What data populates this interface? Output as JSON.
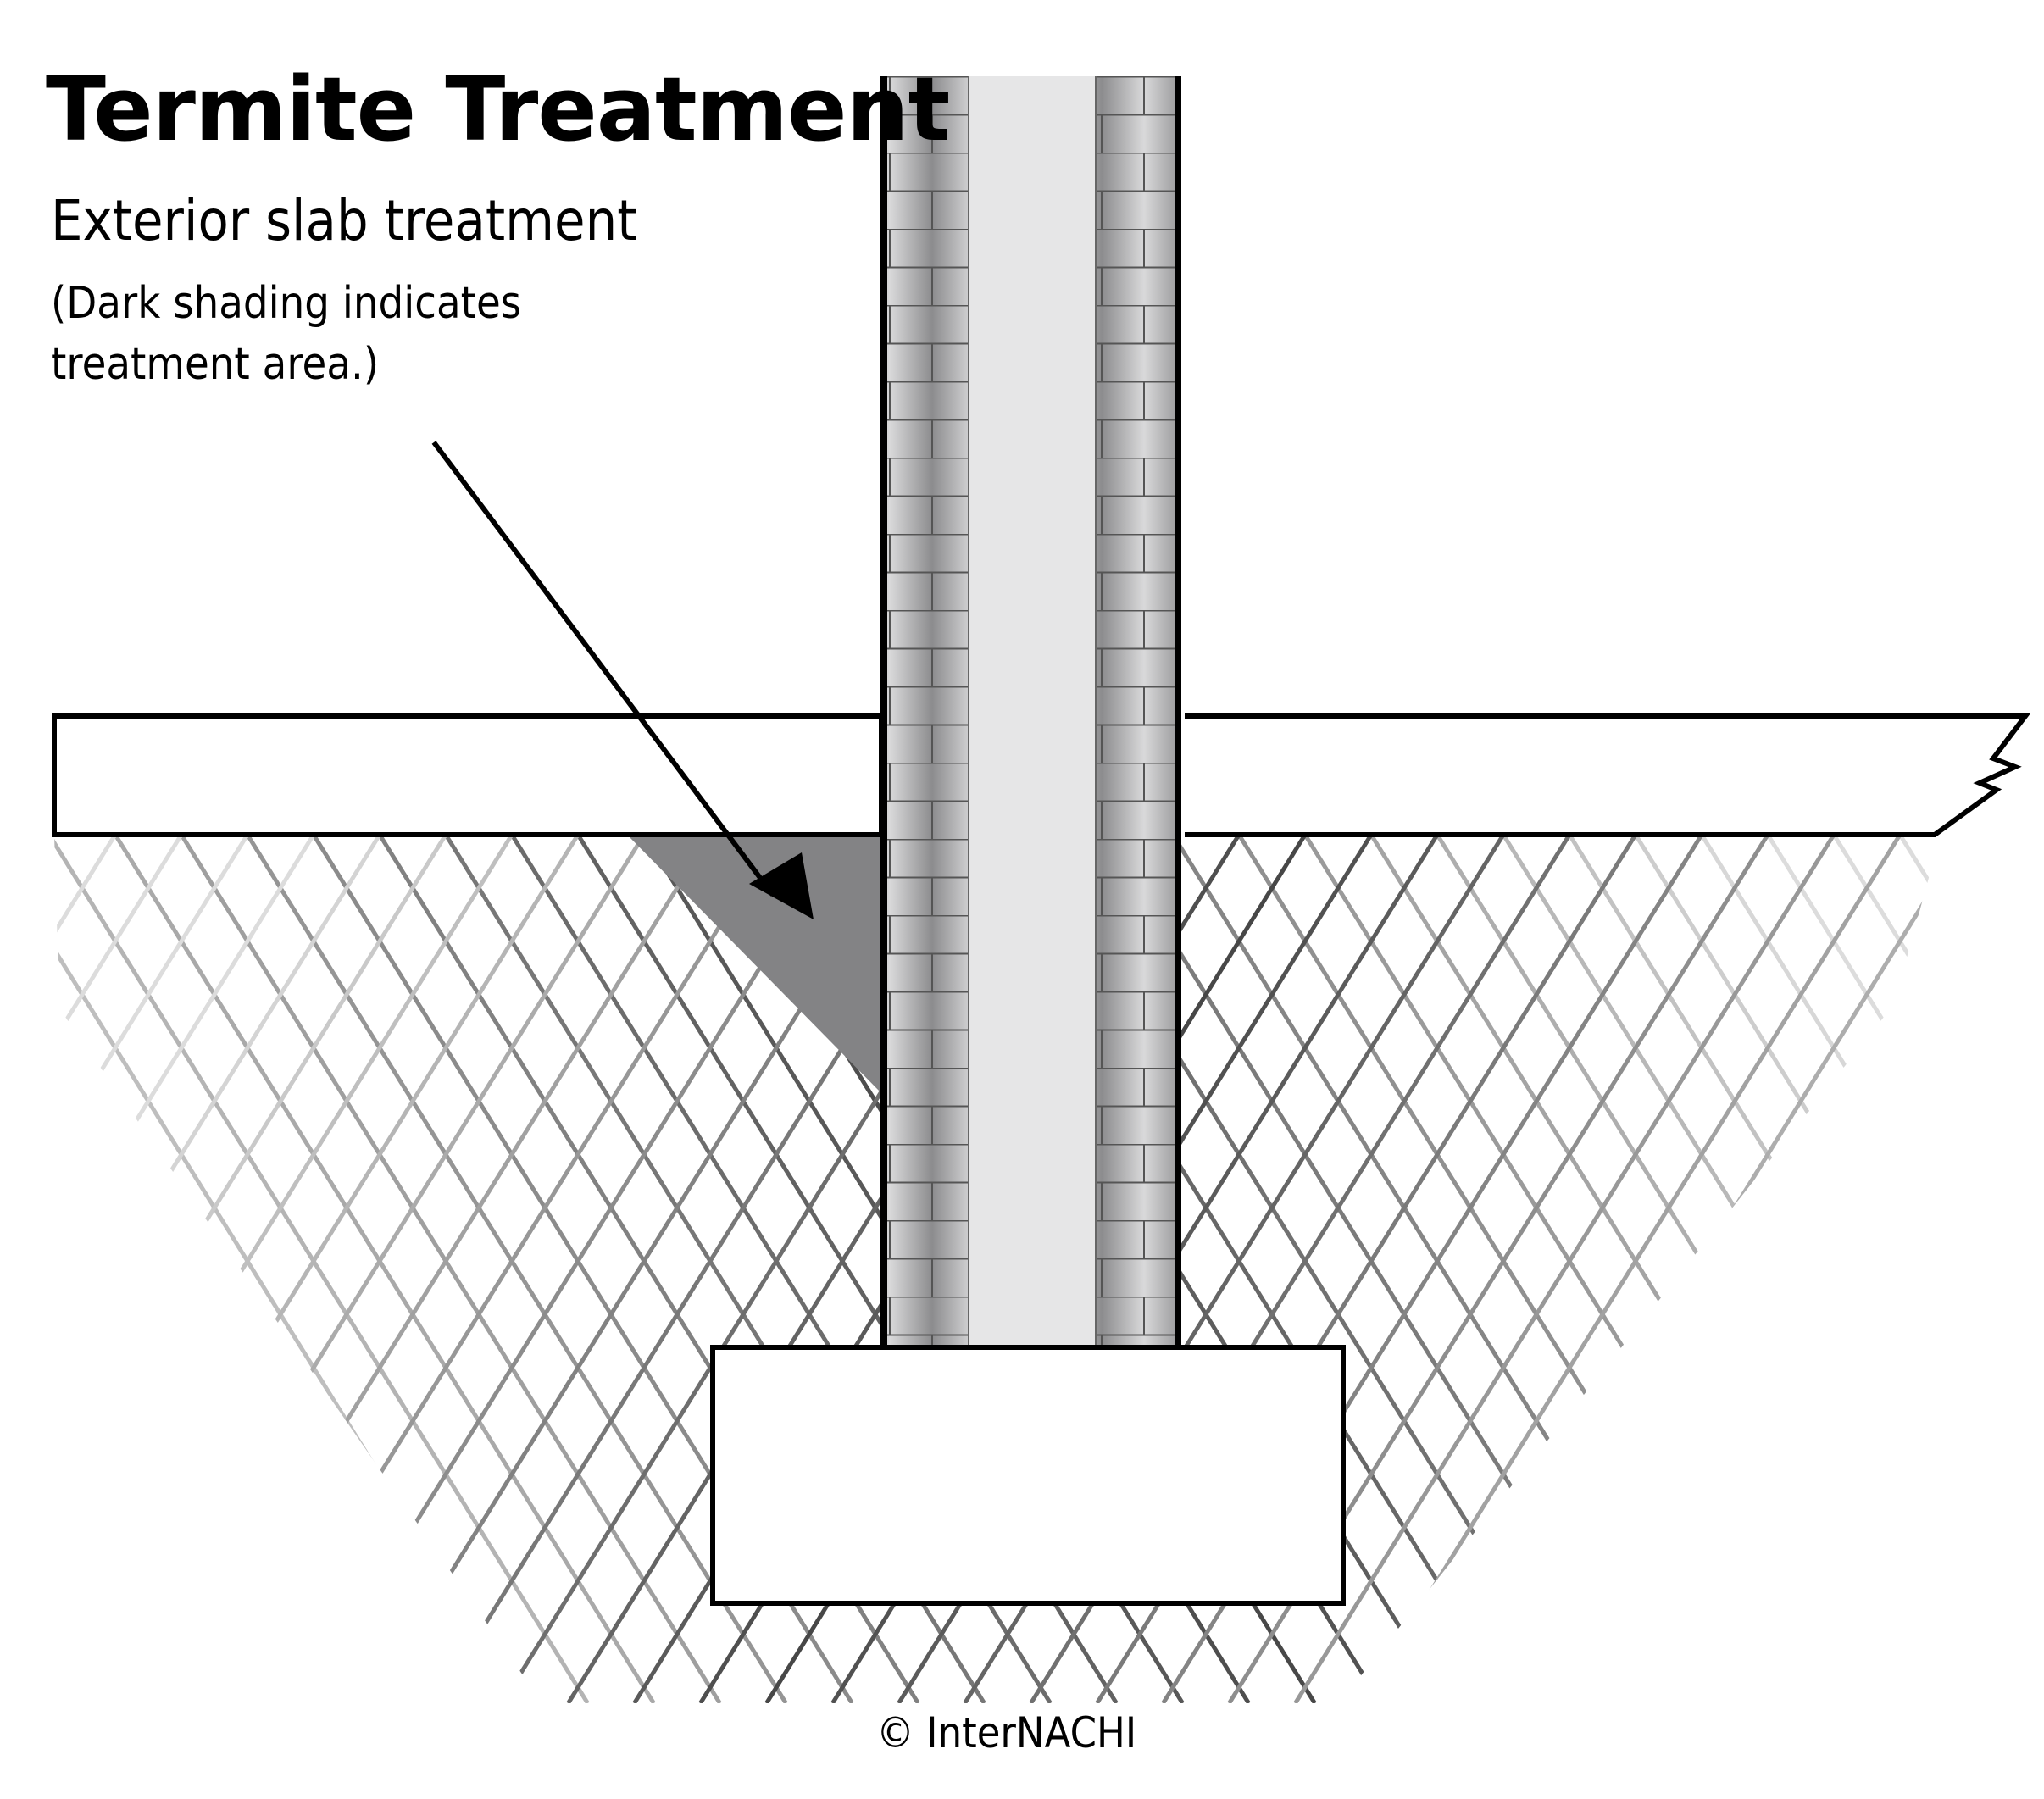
{
  "title": "Termite Treatment",
  "subtitle": "Exterior slab treatment",
  "note_line1": "(Dark shading indicates",
  "note_line2": "treatment area.)",
  "copyright": "© InterNACHI",
  "colors": {
    "treatment_area": "#838385",
    "wall_core": "#e6e6e7",
    "brick_dark": "#8c8c8e",
    "brick_light": "#d9d9da",
    "soil_hatch": "#8a8a8a",
    "outline": "#000000"
  }
}
